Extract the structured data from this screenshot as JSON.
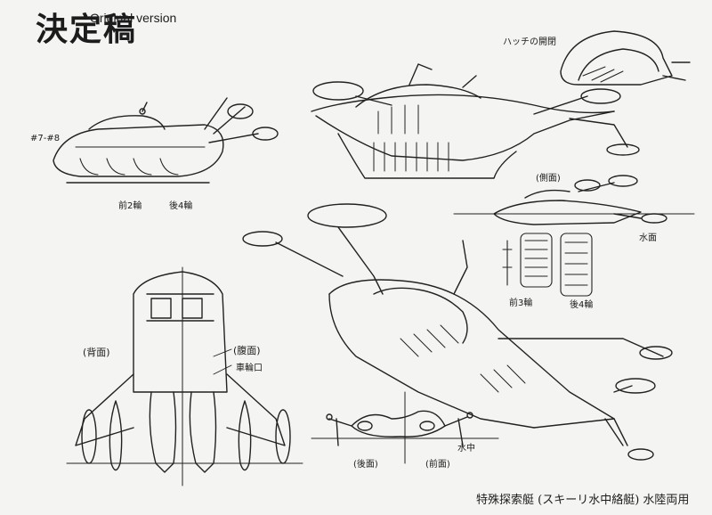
{
  "sheet": {
    "version_label": "Original version",
    "title_vertical": "決定稿",
    "page_number": "#7-#8",
    "hatch_label": "ハッチの開閉",
    "side_view_label": "(側面)",
    "water_surface_label": "水面",
    "front_wheels_label": "前2輪",
    "rear_wheels_label": "後4輪",
    "front_label_small": "前3輪",
    "rear_label_small": "後4輪",
    "back_view_label": "(背面)",
    "belly_view_label": "(腹面)",
    "wheel_bay_label": "車輪口",
    "rear_view_label": "(後面)",
    "front_view_label": "(前面)",
    "underwater_label": "水中",
    "bottom_title": "特殊探索艇 (スキーリ水中絡艇) 水陸両用"
  }
}
